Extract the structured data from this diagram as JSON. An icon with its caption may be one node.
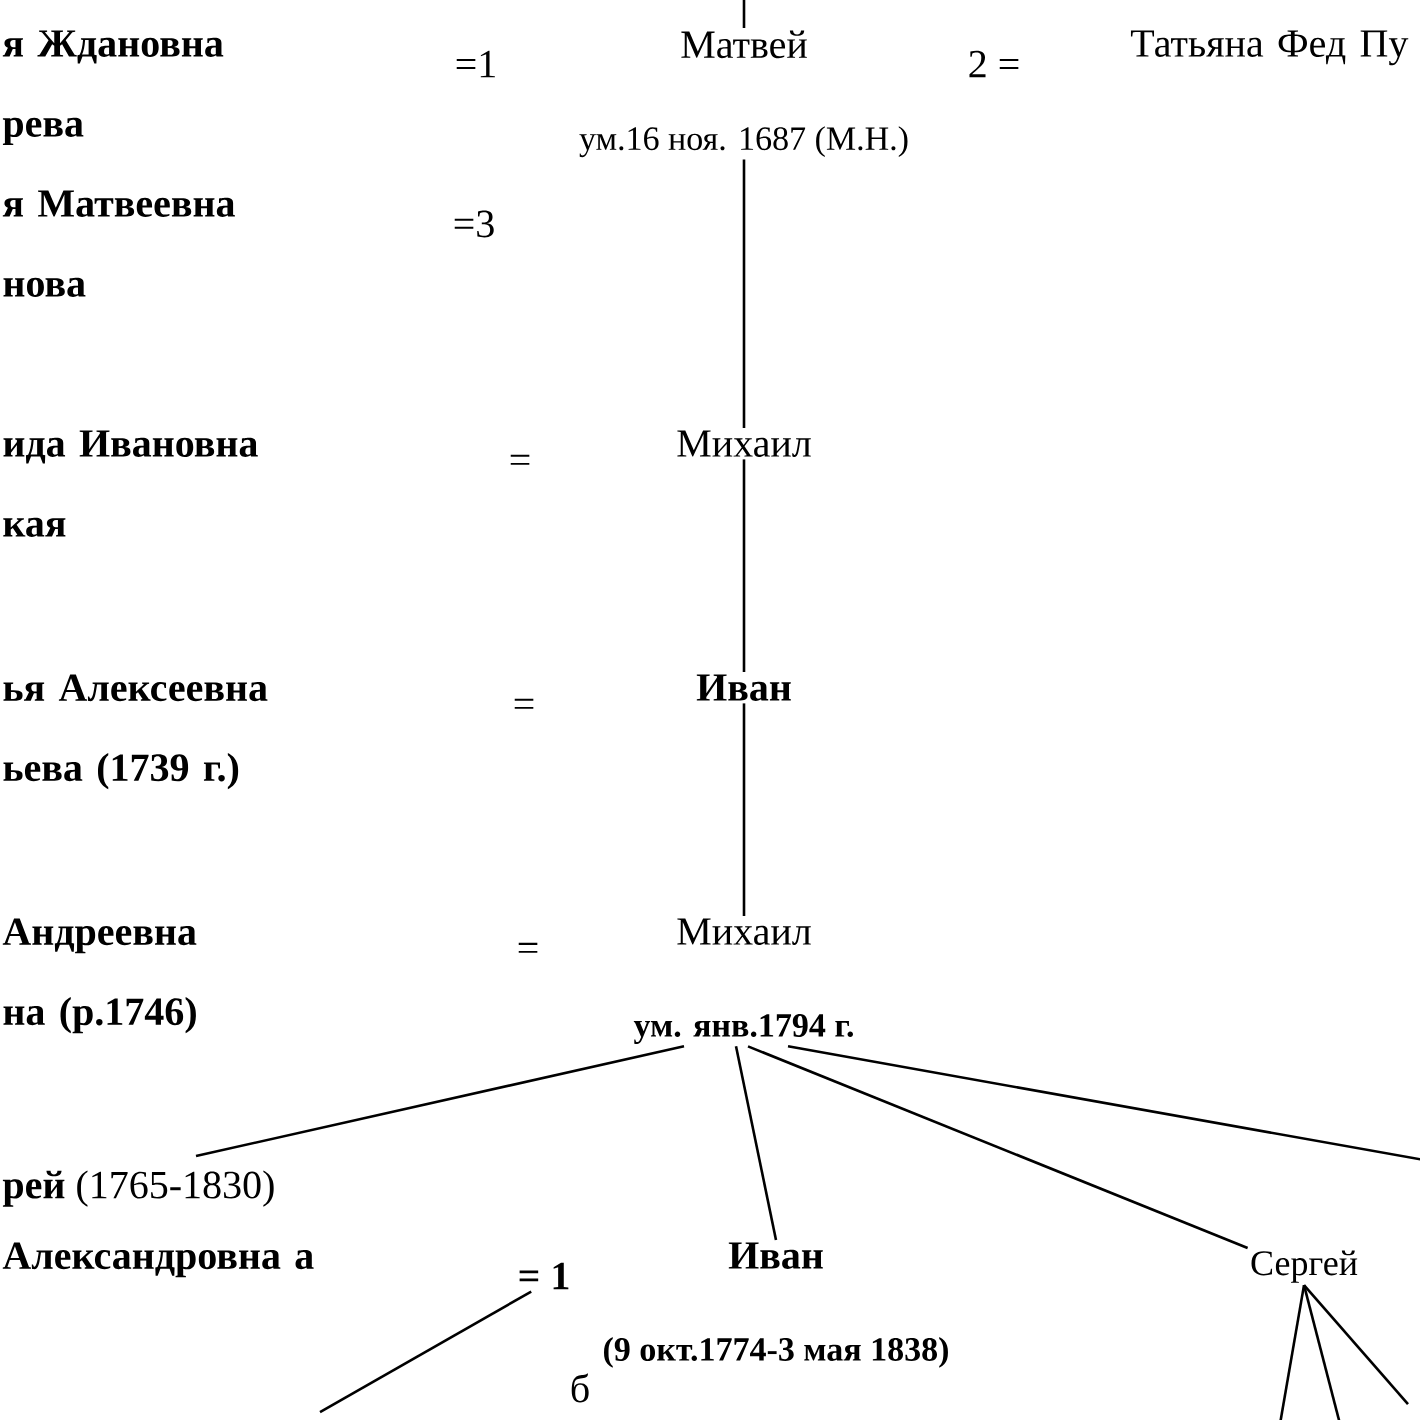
{
  "diagram": {
    "nodes": [
      {
        "text": [
          "я Ждановна рева"
        ]
      },
      {
        "text": [
          "я Матвеевна нова"
        ]
      },
      {
        "text": [
          "Матвей",
          "ум.16 ноя. 1687 (М.Н.)"
        ]
      },
      {
        "text": [
          "Татьяна Фед Пу"
        ]
      },
      {
        "text": [
          "ида Ивановна кая"
        ]
      },
      {
        "text": [
          "Михаил"
        ]
      },
      {
        "text": [
          "ья Алексеевна ьева (1739 г.)"
        ]
      },
      {
        "text": [
          "Иван"
        ]
      },
      {
        "text": [
          "Андреевна на (р.1746)"
        ]
      },
      {
        "text": [
          "Михаил",
          "ум. янв.1794 г."
        ]
      },
      {
        "text": [
          "**рей** (1765-1830)"
        ]
      },
      {
        "text": [
          "Александровна а"
        ]
      },
      {
        "text": [
          "Иван",
          "(9 окт.1774-3 мая 1838)"
        ],
        "beside": [
          "= 1"
        ]
      },
      {
        "text": [
          "Сергей"
        ]
      }
    ],
    "edges": [
      {
        "from": null,
        "to": 2,
        "arrow": "none"
      },
      {
        "from": 2,
        "to": 5,
        "arrow": "none"
      },
      {
        "from": 5,
        "to": 7,
        "arrow": "none"
      },
      {
        "from": 7,
        "to": 9,
        "arrow": "none"
      },
      {
        "from": 9,
        "to": 10,
        "arrow": "none"
      },
      {
        "from": 9,
        "to": 12,
        "arrow": "none"
      },
      {
        "from": 9,
        "to": 13,
        "arrow": "none"
      },
      {
        "from": 9,
        "to": null,
        "arrow": "none"
      },
      {
        "from": 12,
        "to": null,
        "arrow": "none"
      },
      {
        "from": 13,
        "to": null,
        "arrow": "none"
      },
      {
        "from": 13,
        "to": null,
        "arrow": "none"
      },
      {
        "from": 13,
        "to": null,
        "arrow": "none"
      }
    ],
    "labels": [
      "=1",
      "2 =",
      "=3",
      "=",
      "=",
      "=",
      "б"
    ]
  }
}
